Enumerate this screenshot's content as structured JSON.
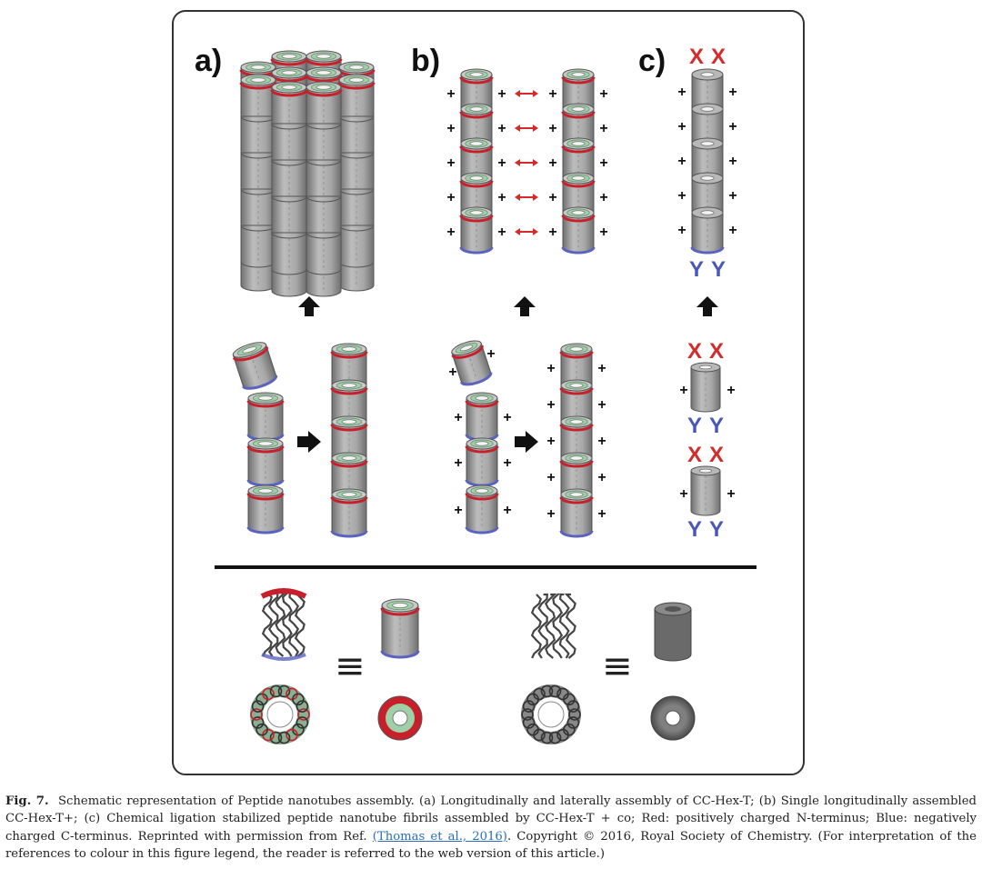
{
  "figure": {
    "panels": {
      "a": "a)",
      "b": "b)",
      "c": "c)"
    },
    "symbols": {
      "positive": "+",
      "equivalent": "≡",
      "x_mark": "X",
      "y_mark": "Y"
    },
    "colors": {
      "n_terminus": "#c8202a",
      "c_terminus": "#5a63c0",
      "tube_body": "#a4a4a4",
      "tube_core": "#9fd0a8",
      "uncharged_ring": "#6a6a6a",
      "interaction_arrow": "#d42a2a"
    }
  },
  "caption": {
    "label": "Fig. 7.",
    "text_1": "Schematic representation of Peptide nanotubes assembly. (a) Longitudinally and laterally assembly of CC-Hex-T; (b) Single longitudinally assembled CC-Hex-T+; (c) Chemical ligation stabilized peptide nanotube fibrils assembled by CC-Hex-T + co; Red: positively charged N-terminus; Blue: negatively charged C-terminus. Reprinted with permission from Ref.",
    "reference": "(Thomas et al., 2016)",
    "text_2": ". Copyright © 2016, Royal Society of Chemistry. (For interpretation of the references to colour in this figure legend, the reader is referred to the web version of this article.)"
  }
}
